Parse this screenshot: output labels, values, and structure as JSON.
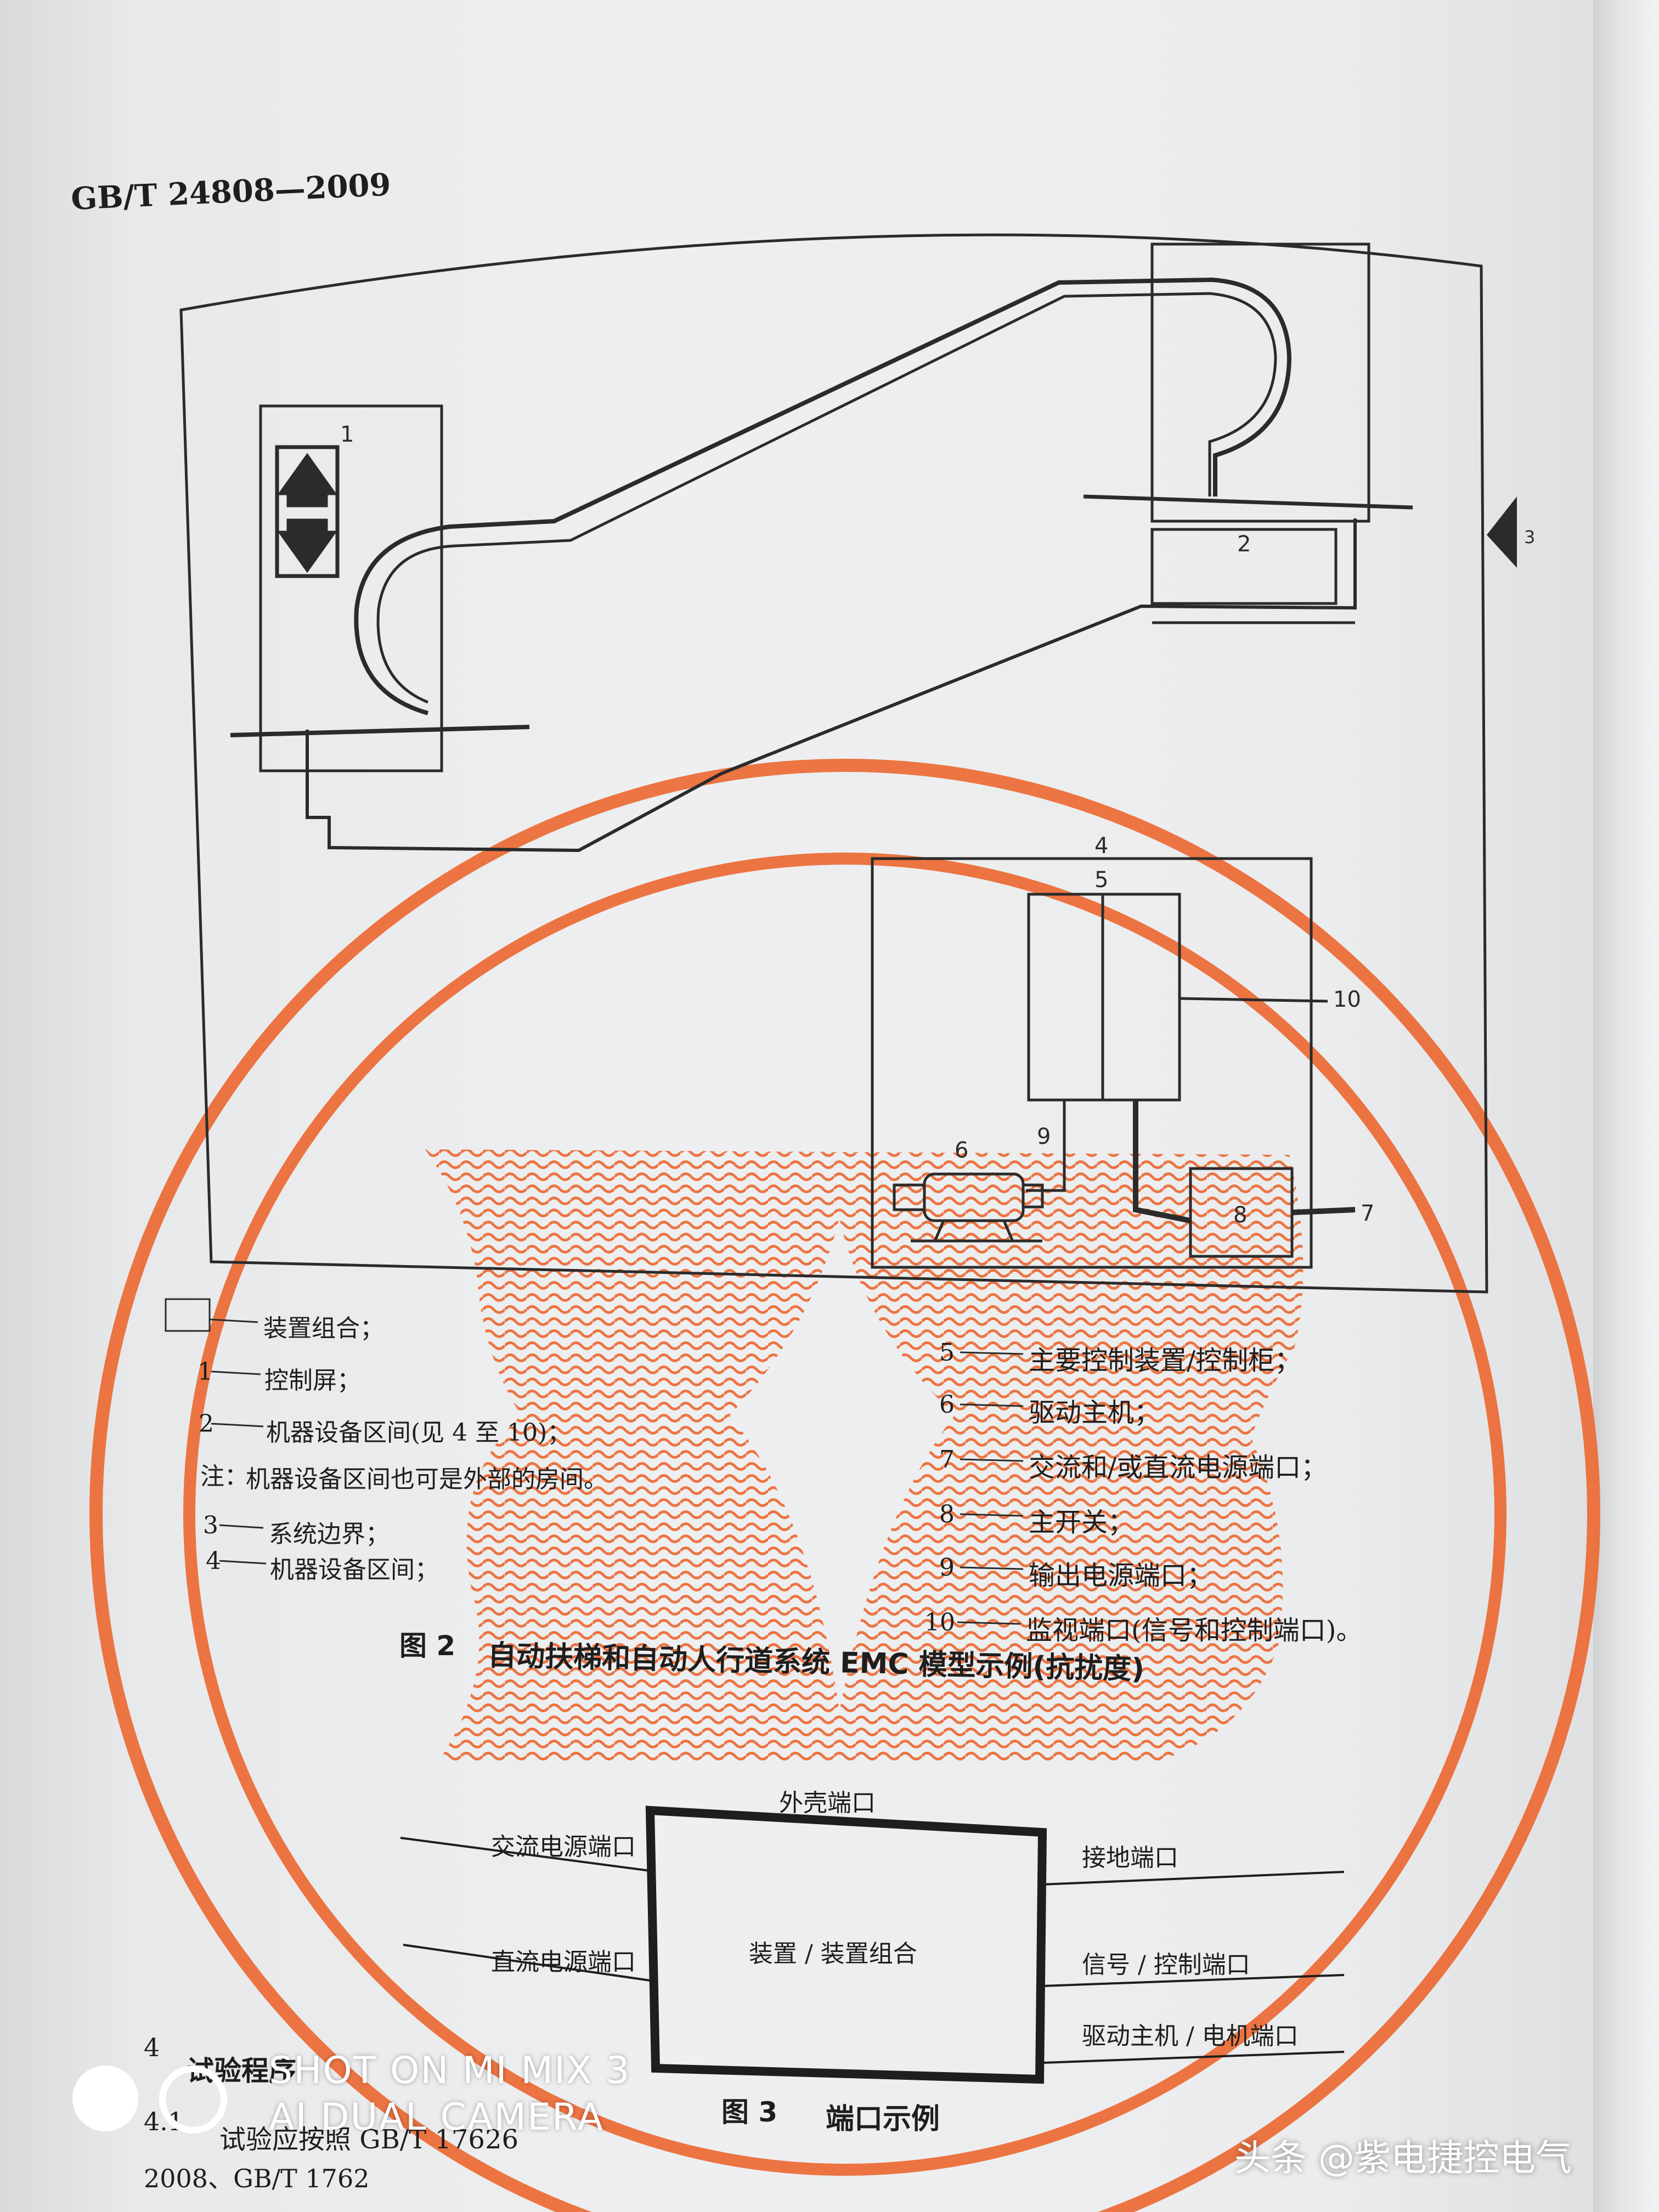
{
  "header": {
    "standard_code": "GB/T 24808—2009"
  },
  "figure2": {
    "numbers": {
      "n1": "1",
      "n2": "2",
      "n3": "3",
      "n4": "4",
      "n5": "5",
      "n6": "6",
      "n7": "7",
      "n8": "8",
      "n9": "9",
      "n10": "10"
    },
    "legend_left": [
      {
        "key": "",
        "text": "装置组合；"
      },
      {
        "key": "1",
        "text": "控制屏；"
      },
      {
        "key": "2",
        "text": "机器设备区间(见 4 至 10)；"
      },
      {
        "key": "注：",
        "text": "机器设备区间也可是外部的房间。"
      },
      {
        "key": "3",
        "text": "系统边界；"
      },
      {
        "key": "4",
        "text": "机器设备区间；"
      }
    ],
    "legend_right": [
      {
        "key": "5",
        "text": "主要控制装置/控制柜；"
      },
      {
        "key": "6",
        "text": "驱动主机；"
      },
      {
        "key": "7",
        "text": "交流和/或直流电源端口；"
      },
      {
        "key": "8",
        "text": "主开关；"
      },
      {
        "key": "9",
        "text": "输出电源端口；"
      },
      {
        "key": "10",
        "text": "监视端口(信号和控制端口)。"
      }
    ],
    "caption_num": "图 2",
    "caption": "自动扶梯和自动人行道系统 EMC 模型示例(抗扰度)"
  },
  "figure3": {
    "enclosure_port": "外壳端口",
    "ac_power_port": "交流电源端口",
    "dc_power_port": "直流电源端口",
    "device": "装置 / 装置组合",
    "ground_port": "接地端口",
    "signal_port": "信号 / 控制端口",
    "motor_port": "驱动主机 / 电机端口",
    "caption_num": "图 3",
    "caption": "端口示例"
  },
  "footer": {
    "section_num": "4",
    "section_title": "试验程序",
    "sub_num": "4.1",
    "sub_text": "试验应按照 GB/T 17626",
    "line2": "2008、GB/T 1762"
  },
  "watermark": {
    "line1": "SHOT ON MI MIX 3",
    "line2": "AI DUAL CAMERA"
  },
  "credit": "头条 @紫电捷控电气",
  "colors": {
    "stamp": "#ec6a34",
    "ink": "#1e1e1e"
  }
}
